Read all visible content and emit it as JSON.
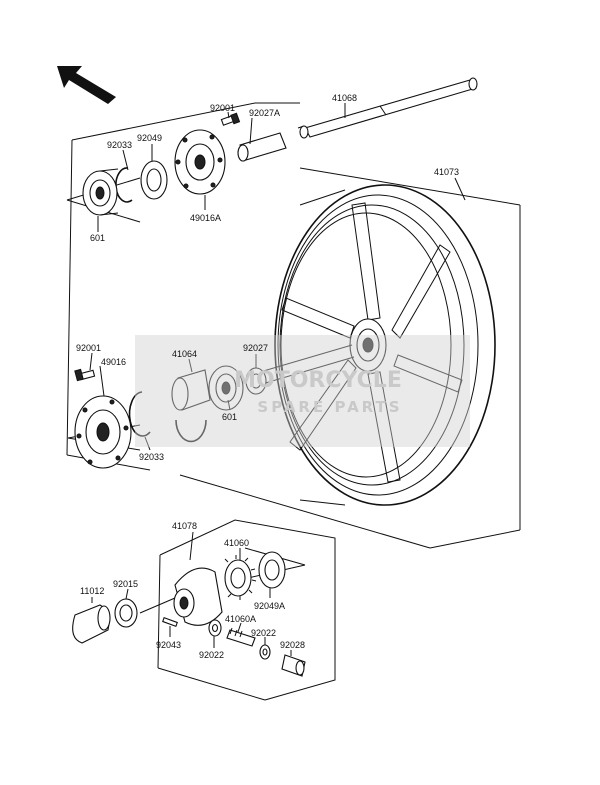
{
  "watermark": {
    "line1": "MOTORCYCLE",
    "line2": "SPARE PARTS"
  },
  "icons": {
    "direction_arrow": "front-direction-arrow-icon",
    "wheel": "cast-wheel-illustration"
  },
  "part_labels": {
    "p92001_top": "92001",
    "p92027A": "92027A",
    "p41068": "41068",
    "p92033_top": "92033",
    "p92049": "92049",
    "p41073": "41073",
    "p49016A": "49016A",
    "p601_top": "601",
    "p92001_mid": "92001",
    "p41064": "41064",
    "p92027": "92027",
    "p49016": "49016",
    "p601_mid": "601",
    "p92033_mid": "92033",
    "p41078": "41078",
    "p41060": "41060",
    "p11012": "11012",
    "p92015": "92015",
    "p92049A": "92049A",
    "p41060A": "41060A",
    "p92022_a": "92022",
    "p92028": "92028",
    "p92043": "92043",
    "p92022_b": "92022"
  }
}
